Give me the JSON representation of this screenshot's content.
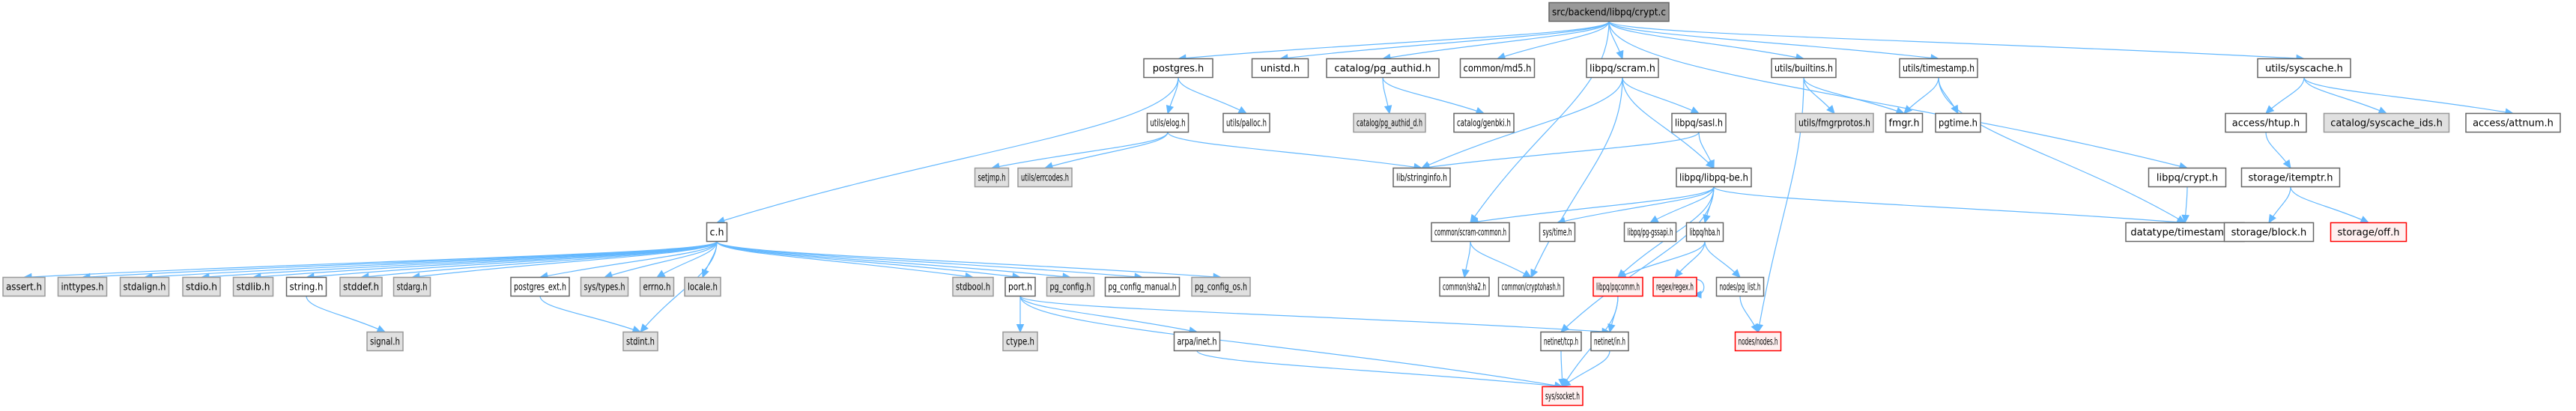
{
  "title": "src/backend/libpq/crypt.c",
  "styles": {
    "root": {
      "fill": "#999999",
      "stroke": "#666666"
    },
    "normal": {
      "fill": "#ffffff",
      "stroke": "#666666"
    },
    "external": {
      "fill": "#e0e0e0",
      "stroke": "#999999"
    },
    "truncated": {
      "fill": "#fff0f0",
      "stroke": "#ff0000"
    },
    "edge": "#63b8ff"
  },
  "nodes": [
    {
      "id": "crypt_c",
      "label": "src/backend/libpq/crypt.c",
      "kind": "root"
    },
    {
      "id": "postgres_h",
      "label": "postgres.h",
      "kind": "normal"
    },
    {
      "id": "unistd_h",
      "label": "unistd.h",
      "kind": "normal"
    },
    {
      "id": "pg_authid_h",
      "label": "catalog/pg_authid.h",
      "kind": "normal"
    },
    {
      "id": "md5_h",
      "label": "common/md5.h",
      "kind": "normal"
    },
    {
      "id": "scram_h",
      "label": "libpq/scram.h",
      "kind": "normal"
    },
    {
      "id": "builtins_h",
      "label": "utils/builtins.h",
      "kind": "normal"
    },
    {
      "id": "timestamp_u_h",
      "label": "utils/timestamp.h",
      "kind": "normal"
    },
    {
      "id": "syscache_h",
      "label": "utils/syscache.h",
      "kind": "normal"
    },
    {
      "id": "elog_h",
      "label": "utils/elog.h",
      "kind": "normal"
    },
    {
      "id": "palloc_h",
      "label": "utils/palloc.h",
      "kind": "normal"
    },
    {
      "id": "pg_authid_d_h",
      "label": "catalog/pg_authid_d.h",
      "kind": "external"
    },
    {
      "id": "genbki_h",
      "label": "catalog/genbki.h",
      "kind": "normal"
    },
    {
      "id": "sasl_h",
      "label": "libpq/sasl.h",
      "kind": "normal"
    },
    {
      "id": "fmgrprotos_h",
      "label": "utils/fmgrprotos.h",
      "kind": "external"
    },
    {
      "id": "fmgr_h",
      "label": "fmgr.h",
      "kind": "normal"
    },
    {
      "id": "pgtime_h",
      "label": "pgtime.h",
      "kind": "normal"
    },
    {
      "id": "access_htup_h",
      "label": "access/htup.h",
      "kind": "normal"
    },
    {
      "id": "syscache_ids_h",
      "label": "catalog/syscache_ids.h",
      "kind": "external"
    },
    {
      "id": "attnum_h",
      "label": "access/attnum.h",
      "kind": "normal"
    },
    {
      "id": "setjmp_h",
      "label": "setjmp.h",
      "kind": "external"
    },
    {
      "id": "errcodes_h",
      "label": "utils/errcodes.h",
      "kind": "external"
    },
    {
      "id": "stringinfo_h",
      "label": "lib/stringinfo.h",
      "kind": "normal"
    },
    {
      "id": "libpq_be_h",
      "label": "libpq/libpq-be.h",
      "kind": "normal"
    },
    {
      "id": "libpq_crypt_h",
      "label": "libpq/crypt.h",
      "kind": "normal"
    },
    {
      "id": "itemptr_h",
      "label": "storage/itemptr.h",
      "kind": "normal"
    },
    {
      "id": "c_h",
      "label": "c.h",
      "kind": "normal"
    },
    {
      "id": "scram_common_h",
      "label": "common/scram-common.h",
      "kind": "normal"
    },
    {
      "id": "sys_time_h",
      "label": "sys/time.h",
      "kind": "normal"
    },
    {
      "id": "pg_gssapi_h",
      "label": "libpq/pg-gssapi.h",
      "kind": "normal"
    },
    {
      "id": "hba_h",
      "label": "libpq/hba.h",
      "kind": "normal"
    },
    {
      "id": "dt_timestamp_h",
      "label": "datatype/timestamp.h",
      "kind": "normal"
    },
    {
      "id": "block_h",
      "label": "storage/block.h",
      "kind": "normal"
    },
    {
      "id": "off_h",
      "label": "storage/off.h",
      "kind": "truncated"
    },
    {
      "id": "assert_h",
      "label": "assert.h",
      "kind": "external"
    },
    {
      "id": "inttypes_h",
      "label": "inttypes.h",
      "kind": "external"
    },
    {
      "id": "stdalign_h",
      "label": "stdalign.h",
      "kind": "external"
    },
    {
      "id": "stdio_h",
      "label": "stdio.h",
      "kind": "external"
    },
    {
      "id": "stdlib_h",
      "label": "stdlib.h",
      "kind": "external"
    },
    {
      "id": "string_h",
      "label": "string.h",
      "kind": "normal"
    },
    {
      "id": "stddef_h",
      "label": "stddef.h",
      "kind": "external"
    },
    {
      "id": "stdarg_h",
      "label": "stdarg.h",
      "kind": "external"
    },
    {
      "id": "postgres_ext_h",
      "label": "postgres_ext.h",
      "kind": "normal"
    },
    {
      "id": "sys_types_h",
      "label": "sys/types.h",
      "kind": "external"
    },
    {
      "id": "errno_h",
      "label": "errno.h",
      "kind": "external"
    },
    {
      "id": "locale_h",
      "label": "locale.h",
      "kind": "external"
    },
    {
      "id": "stdbool_h",
      "label": "stdbool.h",
      "kind": "external"
    },
    {
      "id": "port_h",
      "label": "port.h",
      "kind": "normal"
    },
    {
      "id": "pg_config_h",
      "label": "pg_config.h",
      "kind": "external"
    },
    {
      "id": "pg_config_manual_h",
      "label": "pg_config_manual.h",
      "kind": "normal"
    },
    {
      "id": "pg_config_os_h",
      "label": "pg_config_os.h",
      "kind": "external"
    },
    {
      "id": "sha2_h",
      "label": "common/sha2.h",
      "kind": "normal"
    },
    {
      "id": "cryptohash_h",
      "label": "common/cryptohash.h",
      "kind": "normal"
    },
    {
      "id": "pqcomm_h",
      "label": "libpq/pqcomm.h",
      "kind": "truncated"
    },
    {
      "id": "regex_h",
      "label": "regex/regex.h",
      "kind": "truncated"
    },
    {
      "id": "pg_list_h",
      "label": "nodes/pg_list.h",
      "kind": "normal"
    },
    {
      "id": "signal_h",
      "label": "signal.h",
      "kind": "external"
    },
    {
      "id": "stdint_h",
      "label": "stdint.h",
      "kind": "external"
    },
    {
      "id": "ctype_h",
      "label": "ctype.h",
      "kind": "external"
    },
    {
      "id": "arpa_inet_h",
      "label": "arpa/inet.h",
      "kind": "normal"
    },
    {
      "id": "tcp_h",
      "label": "netinet/tcp.h",
      "kind": "normal"
    },
    {
      "id": "in_h",
      "label": "netinet/in.h",
      "kind": "normal"
    },
    {
      "id": "nodes_h",
      "label": "nodes/nodes.h",
      "kind": "truncated"
    },
    {
      "id": "socket_h",
      "label": "sys/socket.h",
      "kind": "truncated"
    }
  ],
  "edges": [
    [
      "crypt_c",
      "postgres_h"
    ],
    [
      "crypt_c",
      "unistd_h"
    ],
    [
      "crypt_c",
      "pg_authid_h"
    ],
    [
      "crypt_c",
      "md5_h"
    ],
    [
      "crypt_c",
      "scram_common_h"
    ],
    [
      "crypt_c",
      "scram_h"
    ],
    [
      "crypt_c",
      "builtins_h"
    ],
    [
      "crypt_c",
      "timestamp_u_h"
    ],
    [
      "crypt_c",
      "libpq_crypt_h"
    ],
    [
      "crypt_c",
      "syscache_h"
    ],
    [
      "postgres_h",
      "c_h"
    ],
    [
      "postgres_h",
      "elog_h"
    ],
    [
      "postgres_h",
      "palloc_h"
    ],
    [
      "elog_h",
      "setjmp_h"
    ],
    [
      "elog_h",
      "errcodes_h"
    ],
    [
      "elog_h",
      "stringinfo_h"
    ],
    [
      "pg_authid_h",
      "pg_authid_d_h"
    ],
    [
      "pg_authid_h",
      "genbki_h"
    ],
    [
      "scram_h",
      "stringinfo_h"
    ],
    [
      "scram_h",
      "sasl_h"
    ],
    [
      "scram_h",
      "libpq_be_h"
    ],
    [
      "scram_h",
      "cryptohash_h"
    ],
    [
      "sasl_h",
      "stringinfo_h"
    ],
    [
      "sasl_h",
      "libpq_be_h"
    ],
    [
      "builtins_h",
      "fmgrprotos_h"
    ],
    [
      "builtins_h",
      "fmgr_h"
    ],
    [
      "builtins_h",
      "nodes_h"
    ],
    [
      "timestamp_u_h",
      "fmgr_h"
    ],
    [
      "timestamp_u_h",
      "pgtime_h"
    ],
    [
      "timestamp_u_h",
      "dt_timestamp_h"
    ],
    [
      "libpq_crypt_h",
      "dt_timestamp_h"
    ],
    [
      "syscache_h",
      "access_htup_h"
    ],
    [
      "syscache_h",
      "syscache_ids_h"
    ],
    [
      "syscache_h",
      "attnum_h"
    ],
    [
      "access_htup_h",
      "itemptr_h"
    ],
    [
      "itemptr_h",
      "block_h"
    ],
    [
      "itemptr_h",
      "off_h"
    ],
    [
      "libpq_be_h",
      "scram_common_h"
    ],
    [
      "libpq_be_h",
      "sys_time_h"
    ],
    [
      "libpq_be_h",
      "pg_gssapi_h"
    ],
    [
      "libpq_be_h",
      "hba_h"
    ],
    [
      "libpq_be_h",
      "dt_timestamp_h"
    ],
    [
      "libpq_be_h",
      "pqcomm_h"
    ],
    [
      "libpq_be_h",
      "tcp_h"
    ],
    [
      "scram_common_h",
      "sha2_h"
    ],
    [
      "scram_common_h",
      "cryptohash_h"
    ],
    [
      "hba_h",
      "pqcomm_h"
    ],
    [
      "hba_h",
      "regex_h"
    ],
    [
      "hba_h",
      "pg_list_h"
    ],
    [
      "regex_h",
      "regex_h"
    ],
    [
      "pg_list_h",
      "nodes_h"
    ],
    [
      "pqcomm_h",
      "in_h"
    ],
    [
      "pqcomm_h",
      "socket_h"
    ],
    [
      "in_h",
      "socket_h"
    ],
    [
      "tcp_h",
      "socket_h"
    ],
    [
      "c_h",
      "assert_h"
    ],
    [
      "c_h",
      "inttypes_h"
    ],
    [
      "c_h",
      "stdalign_h"
    ],
    [
      "c_h",
      "stdio_h"
    ],
    [
      "c_h",
      "stdlib_h"
    ],
    [
      "c_h",
      "string_h"
    ],
    [
      "c_h",
      "stddef_h"
    ],
    [
      "c_h",
      "stdarg_h"
    ],
    [
      "c_h",
      "postgres_ext_h"
    ],
    [
      "c_h",
      "sys_types_h"
    ],
    [
      "c_h",
      "errno_h"
    ],
    [
      "c_h",
      "locale_h"
    ],
    [
      "c_h",
      "stdint_h"
    ],
    [
      "c_h",
      "stdbool_h"
    ],
    [
      "c_h",
      "port_h"
    ],
    [
      "c_h",
      "pg_config_h"
    ],
    [
      "c_h",
      "pg_config_manual_h"
    ],
    [
      "c_h",
      "pg_config_os_h"
    ],
    [
      "string_h",
      "signal_h"
    ],
    [
      "postgres_ext_h",
      "stdint_h"
    ],
    [
      "port_h",
      "ctype_h"
    ],
    [
      "port_h",
      "arpa_inet_h"
    ],
    [
      "port_h",
      "in_h"
    ],
    [
      "port_h",
      "socket_h"
    ],
    [
      "arpa_inet_h",
      "socket_h"
    ]
  ]
}
